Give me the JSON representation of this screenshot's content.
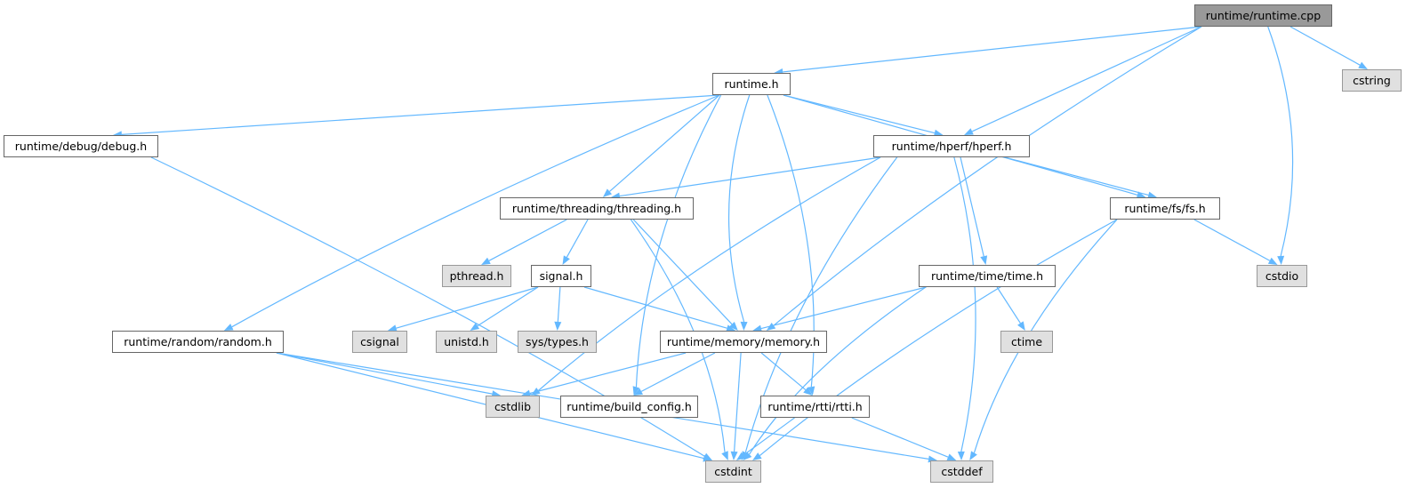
{
  "nodes": {
    "runtime_cpp": {
      "label": "runtime/runtime.cpp",
      "kind": "root"
    },
    "cstring": {
      "label": "cstring",
      "kind": "sys"
    },
    "runtime_h": {
      "label": "runtime.h",
      "kind": "file"
    },
    "debug_h": {
      "label": "runtime/debug/debug.h",
      "kind": "file"
    },
    "hperf_h": {
      "label": "runtime/hperf/hperf.h",
      "kind": "file"
    },
    "threading_h": {
      "label": "runtime/threading/threading.h",
      "kind": "file"
    },
    "fs_h": {
      "label": "runtime/fs/fs.h",
      "kind": "file"
    },
    "pthread_h": {
      "label": "pthread.h",
      "kind": "sys"
    },
    "signal_h": {
      "label": "signal.h",
      "kind": "file"
    },
    "time_h": {
      "label": "runtime/time/time.h",
      "kind": "file"
    },
    "cstdio": {
      "label": "cstdio",
      "kind": "sys"
    },
    "random_h": {
      "label": "runtime/random/random.h",
      "kind": "file"
    },
    "csignal": {
      "label": "csignal",
      "kind": "sys"
    },
    "unistd_h": {
      "label": "unistd.h",
      "kind": "sys"
    },
    "systypes_h": {
      "label": "sys/types.h",
      "kind": "sys"
    },
    "memory_h": {
      "label": "runtime/memory/memory.h",
      "kind": "file"
    },
    "ctime": {
      "label": "ctime",
      "kind": "sys"
    },
    "cstdlib": {
      "label": "cstdlib",
      "kind": "sys"
    },
    "build_config_h": {
      "label": "runtime/build_config.h",
      "kind": "file"
    },
    "rtti_h": {
      "label": "runtime/rtti/rtti.h",
      "kind": "file"
    },
    "cstdint": {
      "label": "cstdint",
      "kind": "sys"
    },
    "cstddef": {
      "label": "cstddef",
      "kind": "sys"
    }
  },
  "edges": [
    [
      "runtime_cpp",
      "runtime_h"
    ],
    [
      "runtime_cpp",
      "hperf_h"
    ],
    [
      "runtime_cpp",
      "memory_h"
    ],
    [
      "runtime_cpp",
      "cstdio"
    ],
    [
      "runtime_cpp",
      "cstring"
    ],
    [
      "runtime_h",
      "debug_h"
    ],
    [
      "runtime_h",
      "random_h"
    ],
    [
      "runtime_h",
      "build_config_h"
    ],
    [
      "runtime_h",
      "threading_h"
    ],
    [
      "runtime_h",
      "memory_h"
    ],
    [
      "runtime_h",
      "rtti_h"
    ],
    [
      "runtime_h",
      "hperf_h"
    ],
    [
      "runtime_h",
      "fs_h"
    ],
    [
      "debug_h",
      "cstdint"
    ],
    [
      "hperf_h",
      "threading_h"
    ],
    [
      "hperf_h",
      "cstdlib"
    ],
    [
      "hperf_h",
      "cstdint"
    ],
    [
      "hperf_h",
      "time_h"
    ],
    [
      "hperf_h",
      "cstddef"
    ],
    [
      "hperf_h",
      "fs_h"
    ],
    [
      "threading_h",
      "cstdint"
    ],
    [
      "threading_h",
      "pthread_h"
    ],
    [
      "threading_h",
      "signal_h"
    ],
    [
      "threading_h",
      "memory_h"
    ],
    [
      "fs_h",
      "cstdio"
    ],
    [
      "fs_h",
      "cstdint"
    ],
    [
      "fs_h",
      "cstddef"
    ],
    [
      "signal_h",
      "csignal"
    ],
    [
      "signal_h",
      "unistd_h"
    ],
    [
      "signal_h",
      "systypes_h"
    ],
    [
      "signal_h",
      "memory_h"
    ],
    [
      "time_h",
      "memory_h"
    ],
    [
      "time_h",
      "cstdint"
    ],
    [
      "time_h",
      "ctime"
    ],
    [
      "random_h",
      "cstdlib"
    ],
    [
      "random_h",
      "cstdint"
    ],
    [
      "random_h",
      "cstddef"
    ],
    [
      "memory_h",
      "cstdlib"
    ],
    [
      "memory_h",
      "build_config_h"
    ],
    [
      "memory_h",
      "rtti_h"
    ],
    [
      "memory_h",
      "cstdint"
    ],
    [
      "rtti_h",
      "cstdint"
    ],
    [
      "rtti_h",
      "cstddef"
    ]
  ],
  "colors": {
    "edge": "#63b8ff",
    "root_fill": "#999999",
    "sys_fill": "#e0e0e0"
  }
}
